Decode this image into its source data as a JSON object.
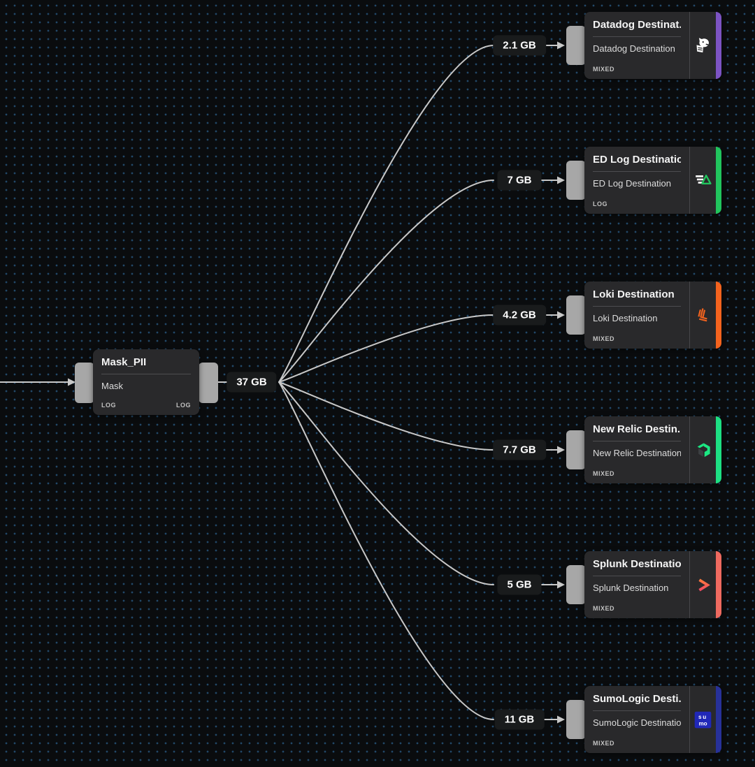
{
  "canvas": {
    "background": "#0a0c0e",
    "dot_color": "#2f6899",
    "edge_color": "#c8c8c8",
    "port_color": "#a7a7a7"
  },
  "source_node": {
    "title": "Mask_PII",
    "subtitle": "Mask",
    "badge_left": "LOG",
    "badge_right": "LOG",
    "output_volume": "37 GB"
  },
  "destinations": [
    {
      "title": "Datadog Destinat...",
      "subtitle": "Datadog Destination",
      "badge": "MIXED",
      "volume": "2.1 GB",
      "accent": "#7c53c3",
      "icon": "datadog-icon"
    },
    {
      "title": "ED Log Destination",
      "subtitle": "ED Log Destination",
      "badge": "LOG",
      "volume": "7 GB",
      "accent": "#21c45d",
      "icon": "edgedelta-icon"
    },
    {
      "title": "Loki Destination",
      "subtitle": "Loki Destination",
      "badge": "MIXED",
      "volume": "4.2 GB",
      "accent": "#f4631e",
      "icon": "loki-icon"
    },
    {
      "title": "New Relic Destin...",
      "subtitle": "New Relic Destination",
      "badge": "MIXED",
      "volume": "7.7 GB",
      "accent": "#1ddf83",
      "icon": "newrelic-icon"
    },
    {
      "title": "Splunk Destination",
      "subtitle": "Splunk Destination",
      "badge": "MIXED",
      "volume": "5 GB",
      "accent": "#ee6a60",
      "icon": "splunk-icon"
    },
    {
      "title": "SumoLogic Desti...",
      "subtitle": "SumoLogic Destination",
      "badge": "MIXED",
      "volume": "11 GB",
      "accent": "#273199",
      "icon": "sumologic-icon"
    }
  ]
}
